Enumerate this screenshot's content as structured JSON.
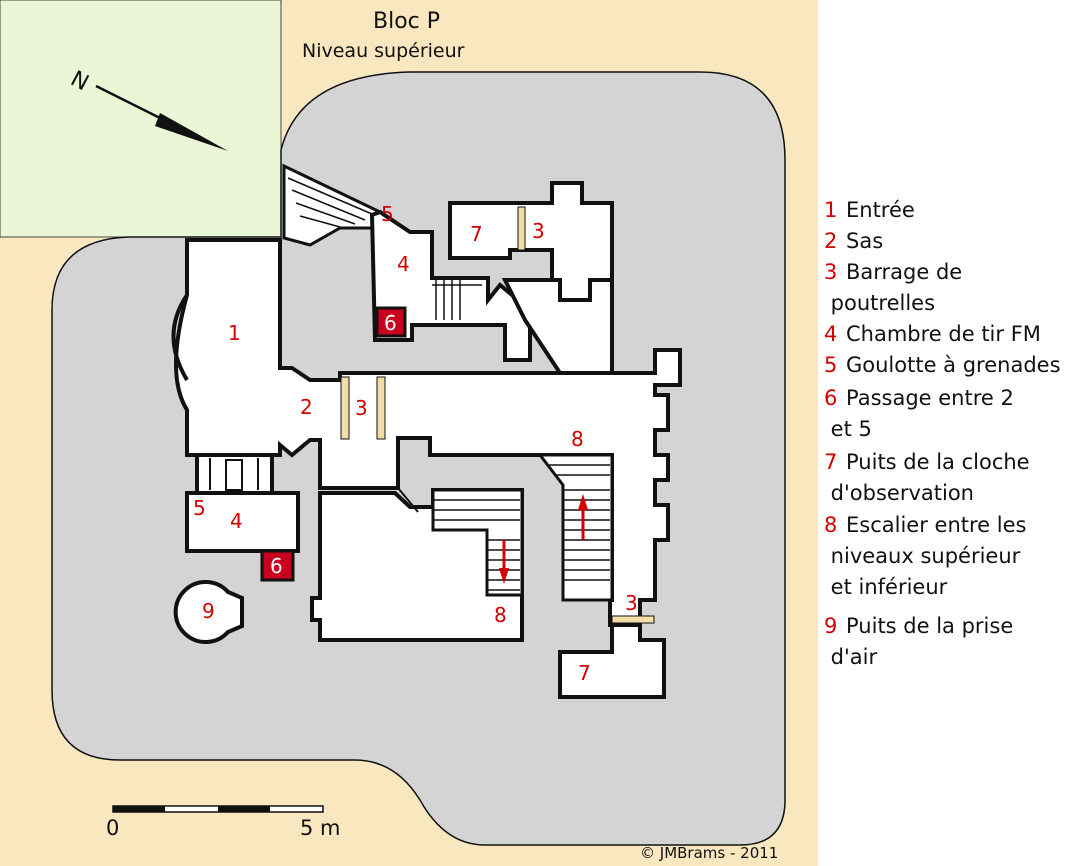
{
  "title": "Bloc P",
  "subtitle": "Niveau supérieur",
  "north_label": "N",
  "scale": {
    "start": "0",
    "end": "5 m"
  },
  "copyright": "©  JMBrams  -  2011",
  "colors": {
    "paper": "#f9e7bf",
    "terrain": "#eaf6d6",
    "concrete": "#d4d4d4",
    "wall": "#111111",
    "label": "#d40000",
    "barrier": "#f2dfa8"
  },
  "plan_labels": [
    "1",
    "2",
    "3",
    "3",
    "3",
    "4",
    "4",
    "5",
    "5",
    "6",
    "6",
    "7",
    "7",
    "8",
    "8",
    "9"
  ],
  "legend": [
    {
      "num": "1",
      "text": "Entrée"
    },
    {
      "num": "2",
      "text": "Sas"
    },
    {
      "num": "3",
      "text": "Barrage de\n poutrelles"
    },
    {
      "num": "4",
      "text": "Chambre de tir FM"
    },
    {
      "num": "5",
      "text": "Goulotte à grenades"
    },
    {
      "num": "6",
      "text": "Passage entre 2\n et 5"
    },
    {
      "num": "7",
      "text": "Puits de la cloche\n d'observation"
    },
    {
      "num": "8",
      "text": "Escalier entre les\n niveaux supérieur\n et inférieur"
    },
    {
      "num": "9",
      "text": "Puits de la prise\n d'air"
    }
  ]
}
